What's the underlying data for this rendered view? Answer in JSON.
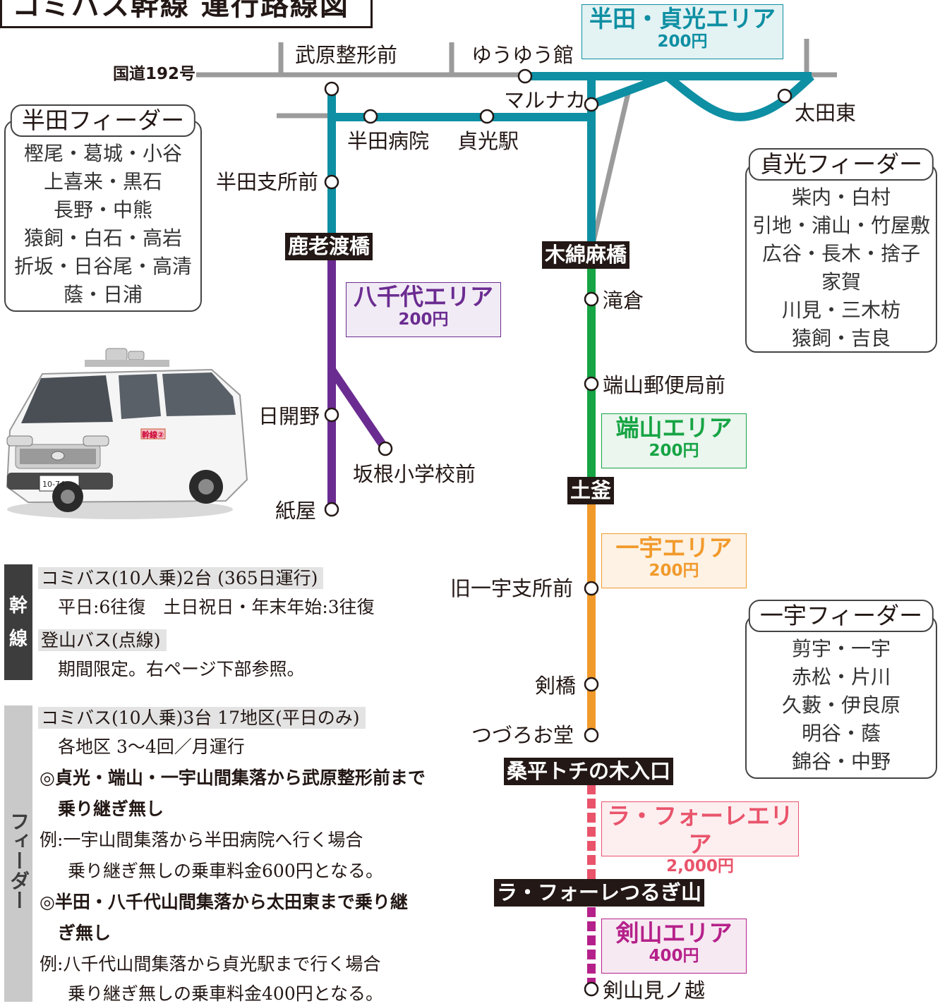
{
  "title": "コミバス幹線 運行路線図",
  "colors": {
    "handa_sadamitsu": "#0e8fa3",
    "yachiyo": "#6b2c91",
    "hatayama": "#17a444",
    "ichiu": "#f19a2c",
    "lafore": "#e9546b",
    "tsurugisan": "#b5218a",
    "road": "#9b9b9b",
    "dark": "#231815"
  },
  "roads": {
    "route192": "国道192号",
    "takehara_seikei_mae": "武原整形前",
    "yuyukan": "ゆうゆう館"
  },
  "stations": {
    "marunaka": "マルナカ",
    "ohta_higashi": "太田東",
    "handa_byoin": "半田病院",
    "sadamitsu_eki": "貞光駅",
    "handa_shisho_mae": "半田支所前",
    "hiraino": "日開野",
    "sakane_shogakko_mae": "坂根小学校前",
    "kamiya": "紙屋",
    "takikura": "滝倉",
    "hatayama_yubinkyoku_mae": "端山郵便局前",
    "kyu_ichiu_shisho_mae": "旧一宇支所前",
    "tsurugibashi": "剣橋",
    "tsuzuro_odo": "つづろお堂",
    "tsurugisan_minokoshi": "剣山見ノ越"
  },
  "hubs": {
    "kurodobashi": "鹿老渡橋",
    "kiwatabashi": "木綿麻橋",
    "dogama": "土釜",
    "kuwadaira": "桑平トチの木入口",
    "lafore_tsurugisan": "ラ・フォーレつるぎ山"
  },
  "areas": {
    "handa_sadamitsu": {
      "name": "半田・貞光エリア",
      "price": "200円"
    },
    "yachiyo": {
      "name": "八千代エリア",
      "price": "200円"
    },
    "hatayama": {
      "name": "端山エリア",
      "price": "200円"
    },
    "ichiu": {
      "name": "一宇エリア",
      "price": "200円"
    },
    "lafore": {
      "name": "ラ・フォーレエリア",
      "price": "2,000円"
    },
    "tsurugisan": {
      "name": "剣山エリア",
      "price": "400円"
    }
  },
  "feeders": {
    "handa": {
      "title": "半田フィーダー",
      "lines": [
        "樫尾・葛城・小谷",
        "上喜来・黒石",
        "長野・中熊",
        "猿飼・白石・高岩",
        "折坂・日谷尾・高清",
        "蔭・日浦"
      ]
    },
    "sadamitsu": {
      "title": "貞光フィーダー",
      "lines": [
        "柴内・白村",
        "引地・浦山・竹屋敷",
        "広谷・長木・捨子",
        "家賀",
        "川見・三木枋",
        "猿飼・吉良"
      ]
    },
    "ichiu": {
      "title": "一宇フィーダー",
      "lines": [
        "剪宇・一宇",
        "赤松・片川",
        "久藪・伊良原",
        "明谷・蔭",
        "錦谷・中野"
      ]
    }
  },
  "kansen": {
    "tab": [
      "幹",
      "線"
    ],
    "line1": "コミバス(10人乗)2台 (365日運行)",
    "line2": "平日:6往復　土日祝日・年末年始:3往復",
    "line3": "登山バス(点線)",
    "line4": "期間限定。右ページ下部参照。"
  },
  "feeder_notes": {
    "tab": "フィーダー",
    "line1": "コミバス(10人乗)3台 17地区(平日のみ)",
    "line2": "各地区 3〜4回／月運行",
    "line3": "◎貞光・端山・一宇山間集落から武原整形前まで",
    "line4": "乗り継ぎ無し",
    "line5": "例:一宇山間集落から半田病院へ行く場合",
    "line6": "乗り継ぎ無しの乗車料金600円となる。",
    "line7": "◎半田・八千代山間集落から太田東まで乗り継",
    "line8": "ぎ無し",
    "line9": "例:八千代山間集落から貞光駅まで行く場合",
    "line10": "乗り継ぎ無しの乗車料金400円となる。"
  },
  "bus": {
    "side_badge": "幹線②",
    "plate": "10-74"
  }
}
